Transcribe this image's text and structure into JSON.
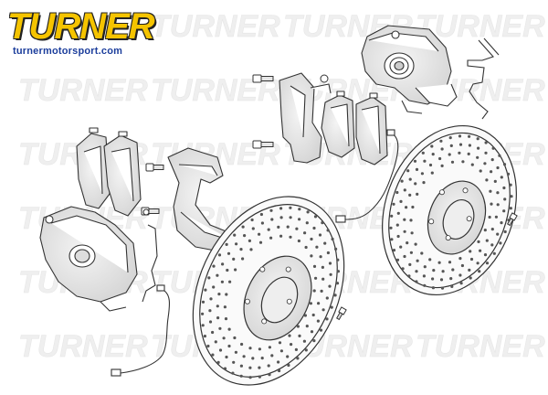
{
  "brand": {
    "logo_text": "TURNER",
    "url": "turnermotorsport.com",
    "watermark_text": "TURNER",
    "logo_color": "#f5c400",
    "url_color": "#1c3e9c"
  },
  "diagram": {
    "line_color": "#333333",
    "fill_color": "#ffffff",
    "components": [
      "brake-caliper-left",
      "brake-caliper-right",
      "caliper-carrier-left",
      "caliper-carrier-right",
      "brake-pads-left",
      "brake-pads-right",
      "pad-retaining-spring",
      "brake-rotor-front",
      "brake-rotor-rear",
      "wear-sensor-front",
      "wear-sensor-rear",
      "caliper-bolts",
      "rotor-screw-front",
      "rotor-screw-rear"
    ]
  }
}
